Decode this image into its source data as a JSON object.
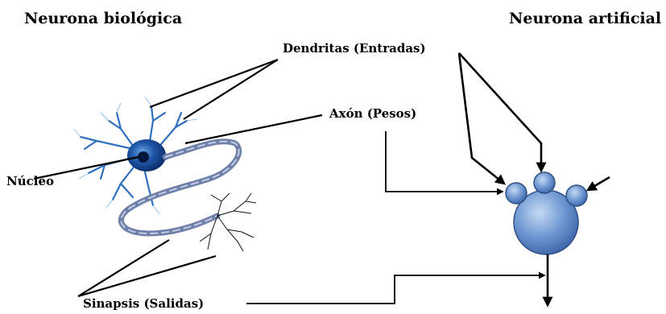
{
  "titles": {
    "biological": "Neurona biológica",
    "artificial": "Neurona artificial"
  },
  "labels": {
    "dendrites": "Dendritas (Entradas)",
    "axon": "Axón (Pesos)",
    "nucleus": "Núcleo",
    "synapses": "Sinapsis (Salidas)"
  },
  "colors": {
    "line": "#000000",
    "neuron_dark": "#0b2a66",
    "neuron_mid": "#2f6fc0",
    "neuron_light": "#8fc4f0",
    "artificial_fill": "#5b86c8",
    "artificial_light": "#b9d1ef",
    "artificial_stroke": "#2e4f86"
  }
}
